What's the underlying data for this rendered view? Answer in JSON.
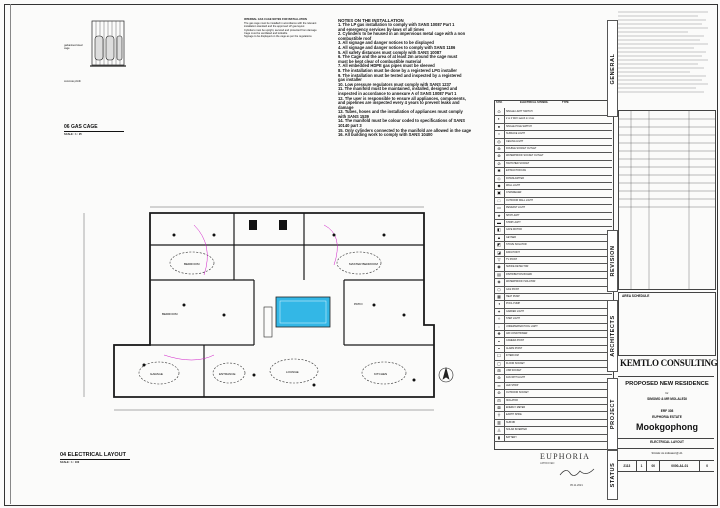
{
  "gas_cage": {
    "title": "06 GAS CAGE",
    "scale": "SCALE : 1 : 25",
    "notes": [
      "INTERNAL GAS CAGE NOTES FOR INSTALLATION",
      "The gas cage must be installed in accordance with the relevant",
      "installation standard and the approved LP gas layout",
      "Cylinders must be upright, secured and protected from damage",
      "Cage must be ventilated and lockable",
      "Signage to be displayed on the cage as per the regulations"
    ],
    "label_left_1": "galvanised steel cage",
    "label_left_2": "concrete plinth"
  },
  "installation_notes": {
    "heading": "NOTES ON THE INSTALLATION",
    "items": [
      "1. The LP gas installation to comply with SANS 10087 Part 1",
      "and emergency services by-laws of all times",
      "2. Cylinders to be housed in an impervious metal cage with a non",
      "combustible roof",
      "3. All signage and danger notices to be displayed",
      "4. All signage and danger notices to comply with SANS 1186",
      "5. All safety distances must comply with SANS 10087",
      "6. The Cage and the area of at least 2m around the cage must",
      "must be kept clear of combustible material",
      "7. All embedded HDPE gas pipes must be sleeved",
      "8. The installation must be done by a registered LPG installer",
      "9. The installation must be tested and inspected by a registered",
      "gas installer",
      "10. Low pressure regulators must comply with SANS 1237",
      "11. The manifold must be maintained, installed, designed and",
      "inspected in accordance to annexure A of SANS 10087 Part 1",
      "12. The user is responsible to ensure all appliances, components,",
      "and pipelines are inspected every 4 years to prevent leaks and",
      "damage",
      "13. Tubes, hoses and the installation of appliances must comply",
      "with SANS 1539",
      "14. The manifold must be colour coded to specifications of SANS",
      "10140 part 3",
      "15. Only cylinders connected to the manifold are allowed in the cage",
      "16. All building work to comply with SANS 10400"
    ]
  },
  "legend": {
    "header_sym": "SYM.",
    "header_desc": "ELECTRICAL SYMBOL",
    "header_type": "TYPE",
    "rows": [
      "SINGLE LIGHT SWITCH",
      "2 or 4 WAY switch in 1 box",
      "SINGLE POLE SWITCH",
      "SURFACE LIGHT",
      "CEILING LIGHT",
      "DOUBLE SOCKET OUTLET",
      "WATERPROOF SOCKET OUTLET",
      "SWITCHED SOCKET",
      "EXTRACTOR FAN",
      "DOWNLIGHTER",
      "WALL LIGHT",
      "CHANDELIER",
      "OUTDOOR WALL LIGHT",
      "PENDANT LIGHT",
      "SPOTLIGHT",
      "STRIP LIGHT",
      "GATE MOTOR",
      "GEYSER",
      "STOVE ISOLATOR",
      "DATA POINT",
      "TV POINT",
      "SMOKE DETECTOR",
      "DISTRIBUTION BOARD",
      "WATERPROOF ISOLATOR",
      "GAS POINT",
      "HEAT PUMP",
      "POOL PUMP",
      "GARDEN LIGHT",
      "STEP LIGHT",
      "UNDERWATER POOL LIGHT",
      "AIR CONDITIONER",
      "CAMERA POINT",
      "ALARM POINT",
      "INTERCOM",
      "FLOOR SOCKET",
      "USB SOCKET",
      "FAN WITH LIGHT",
      "LED STRIP",
      "OUTDOOR SOCKET",
      "ISOLATOR",
      "ENERGY METER",
      "EARTH SPIKE",
      "SUB DB",
      "SOLAR INVERTER",
      "BATTERY"
    ]
  },
  "plan": {
    "title": "04 ELECTRICAL LAYOUT",
    "scale": "SCALE : 1 : 100",
    "rooms": {
      "master_bedroom": "MASTER BEDROOM",
      "bedroom_1": "BEDROOM",
      "bedroom_2": "BEDROOM",
      "lounge": "LOUNGE",
      "garage": "GARAGE",
      "kitchen": "KITCHEN",
      "patio": "PATIO",
      "entrance": "ENTRANCE"
    }
  },
  "area_schedule": {
    "title": "AREA SCHEDULE"
  },
  "side_tabs": {
    "general": "GENERAL",
    "revision": "REVISION",
    "architect": "ARCHITECTS",
    "project": "PROJECT",
    "status": "STATUS"
  },
  "title_block": {
    "company": "KEMTLO CONSULTING",
    "project": "PROPOSED NEW RESIDENCE",
    "for": "for",
    "client": "SIMOMO & MR MOLALEDI",
    "erf": "ERF 308",
    "estate": "EUPHORIA ESTATE",
    "town": "Mookgophong",
    "drawing": "ELECTRICAL LAYOUT",
    "scale": "SCALE: As indicated @ A1",
    "drawing_no": [
      "2113",
      "1",
      "00",
      "0000-A1-01",
      "0"
    ],
    "approval": "EUPHORIA",
    "approval_sub": "APPROVED",
    "approval_date": "05.11.2021"
  },
  "colors": {
    "line": "#1a1a1a",
    "pool": "#33b7e6",
    "magenta": "#d018c8"
  }
}
